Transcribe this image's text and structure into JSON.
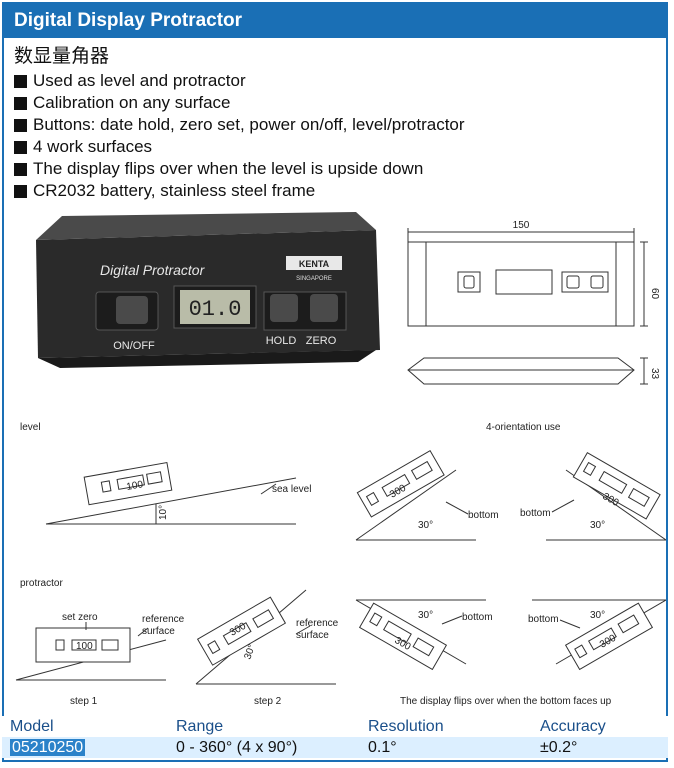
{
  "header": {
    "title": "Digital Display Protractor"
  },
  "product": {
    "chinese_title": "数显量角器",
    "features": [
      "Used as level and protractor",
      "Calibration on any surface",
      "Buttons: date hold, zero set, power on/off, level/protractor",
      "4 work surfaces",
      "The display flips over when the level is upside down",
      "CR2032 battery, stainless steel frame"
    ]
  },
  "device": {
    "name": "Digital Protractor",
    "brand": "KENTA",
    "brand_sub": "SINGAPORE",
    "display": "01.0",
    "btn_power": "ON/OFF",
    "btn_hold": "HOLD",
    "btn_zero": "ZERO"
  },
  "dimensions": {
    "length": "150",
    "height": "60",
    "depth": "33"
  },
  "diagrams": {
    "level_label": "level",
    "orientation_label": "4-orientation use",
    "protractor_label": "protractor",
    "sea_level": "sea level",
    "angle_10": "10°",
    "angle_30": "30°",
    "bottom": "bottom",
    "set_zero": "set zero",
    "reference": "reference",
    "surface": "surface",
    "step1": "step 1",
    "step2": "step 2",
    "flip_note": "The display flips over when the bottom faces up",
    "reading_small": "100",
    "reading_30": "300"
  },
  "spec_table": {
    "headers": [
      "Model",
      "Range",
      "Resolution",
      "Accuracy"
    ],
    "rows": [
      [
        "05210250",
        "0 - 360° (4 x 90°)",
        "0.1°",
        "±0.2°"
      ]
    ]
  }
}
